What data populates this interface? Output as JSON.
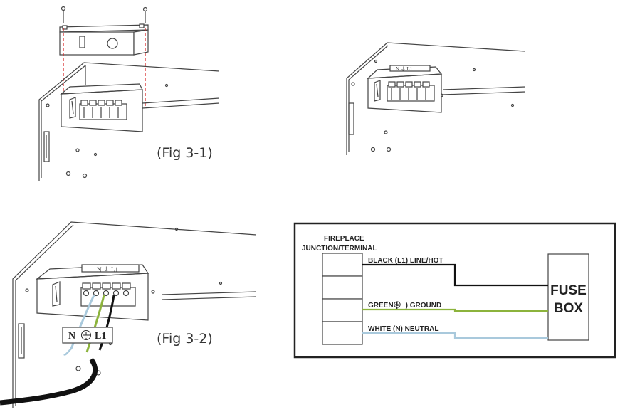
{
  "figures": {
    "fig31_label": "(Fig 3-1)",
    "fig32_label": "(Fig 3-2)"
  },
  "terminal_tag": {
    "n": "N",
    "l1": "L1",
    "ground_symbol": "ground-symbol"
  },
  "wiring_diagram": {
    "fireplace_label_line1": "FIREPLACE",
    "fireplace_label_line2": "JUNCTION/TERMINAL",
    "black_label": "BLACK (L1) LINE/HOT",
    "green_label_prefix": "GREEN (",
    "green_label_suffix": ") GROUND",
    "white_label": "WHITE (N) NEUTRAL",
    "fuse_line1": "FUSE",
    "fuse_line2": "BOX"
  },
  "colors": {
    "line_art": "#444444",
    "dashed_guide": "#d62020",
    "black_wire": "#111111",
    "green_wire": "#8cb33c",
    "white_wire": "#a9c9dc",
    "frame": "#222222"
  }
}
